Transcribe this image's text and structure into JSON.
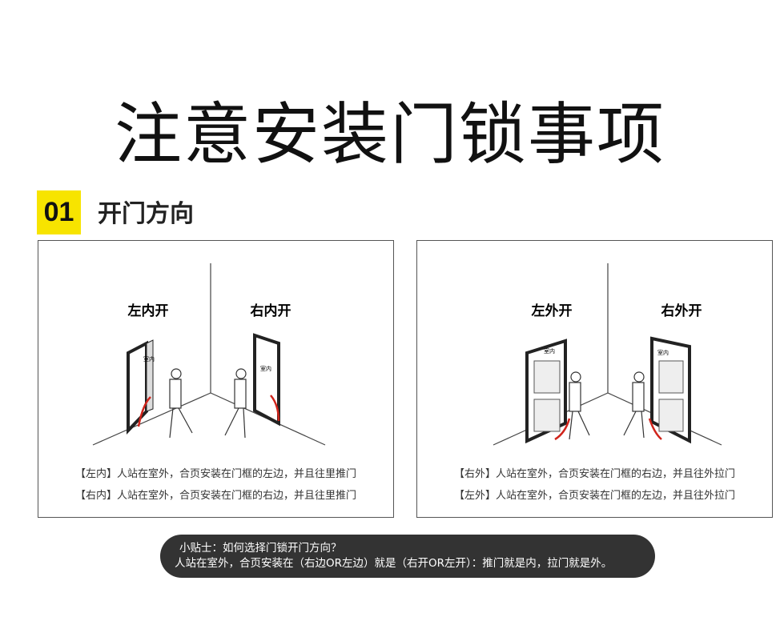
{
  "title": "注意安装门锁事项",
  "section": {
    "number": "01",
    "heading": "开门方向"
  },
  "panels": [
    {
      "labels": [
        "左内开",
        "右内开"
      ],
      "door_text": "室内",
      "captions": [
        "【左内】人站在室外，合页安装在门框的左边，并且往里推门",
        "【右内】人站在室外，合页安装在门框的右边，并且往里推门"
      ]
    },
    {
      "labels": [
        "左外开",
        "右外开"
      ],
      "door_text": "室内",
      "captions": [
        "【右外】人站在室外，合页安装在门框的右边，并且往外拉门",
        "【左外】人站在室外，合页安装在门框的左边，并且往外拉门"
      ]
    }
  ],
  "tip": {
    "line1": "小贴士：如何选择门锁开门方向？",
    "line2": "人站在室外，合页安装在（右边OR左边）就是（右开OR左开）：推门就是内，拉门就是外。"
  },
  "colors": {
    "accent": "#f7e400",
    "arrow": "#d0241b",
    "tip_bg": "#333333"
  }
}
